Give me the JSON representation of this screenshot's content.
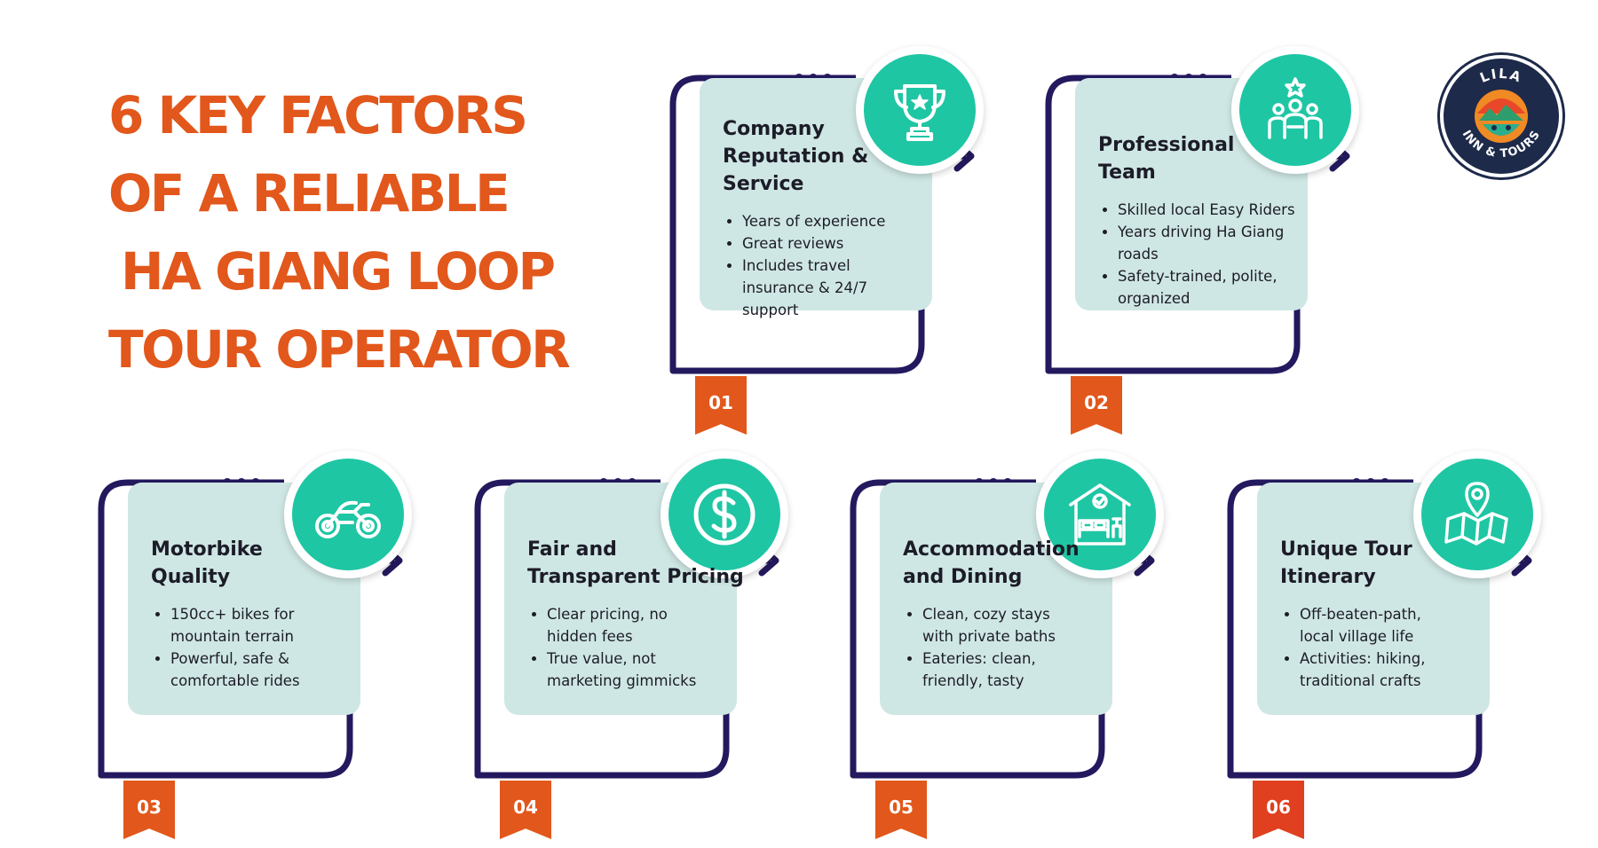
{
  "title": {
    "lines": [
      "6 KEY FACTORS",
      "OF A RELIABLE",
      "HA GIANG LOOP",
      "TOUR OPERATOR"
    ]
  },
  "colors": {
    "accent_orange": "#E2571B",
    "navy": "#23195E",
    "teal": "#1FC6A4",
    "card_bg": "#CFE7E4"
  },
  "logo": {
    "top_text": "LILA",
    "bottom_text": "INN & TOURS",
    "icon": "lila-logo-emblem"
  },
  "factors": [
    {
      "number": "01",
      "title": [
        "Company",
        "Reputation &",
        "Service"
      ],
      "icon": "trophy-icon",
      "bullets": [
        [
          "Years of experience"
        ],
        [
          "Great reviews"
        ],
        [
          "Includes travel",
          "insurance & 24/7",
          "support"
        ]
      ]
    },
    {
      "number": "02",
      "title": [
        "Professional",
        "Team"
      ],
      "icon": "team-icon",
      "bullets": [
        [
          "Skilled local Easy Riders"
        ],
        [
          "Years driving Ha Giang",
          "roads"
        ],
        [
          "Safety-trained, polite,",
          "organized"
        ]
      ]
    },
    {
      "number": "03",
      "title": [
        "Motorbike",
        "Quality"
      ],
      "icon": "motorbike-icon",
      "bullets": [
        [
          "150cc+ bikes for",
          "mountain terrain"
        ],
        [
          "Powerful, safe &",
          "comfortable rides"
        ]
      ]
    },
    {
      "number": "04",
      "title": [
        "Fair and",
        "Transparent Pricing"
      ],
      "icon": "dollar-icon",
      "bullets": [
        [
          "Clear pricing, no",
          "hidden fees"
        ],
        [
          "True value, not",
          "marketing gimmicks"
        ]
      ]
    },
    {
      "number": "05",
      "title": [
        "Accommodation",
        "and Dining"
      ],
      "icon": "bed-house-icon",
      "bullets": [
        [
          "Clean, cozy stays",
          "with private baths"
        ],
        [
          "Eateries: clean,",
          "friendly, tasty"
        ]
      ]
    },
    {
      "number": "06",
      "title": [
        "Unique Tour",
        "Itinerary"
      ],
      "icon": "map-pin-icon",
      "bullets": [
        [
          "Off-beaten-path,",
          "local village life"
        ],
        [
          "Activities: hiking,",
          "traditional crafts"
        ]
      ]
    }
  ]
}
